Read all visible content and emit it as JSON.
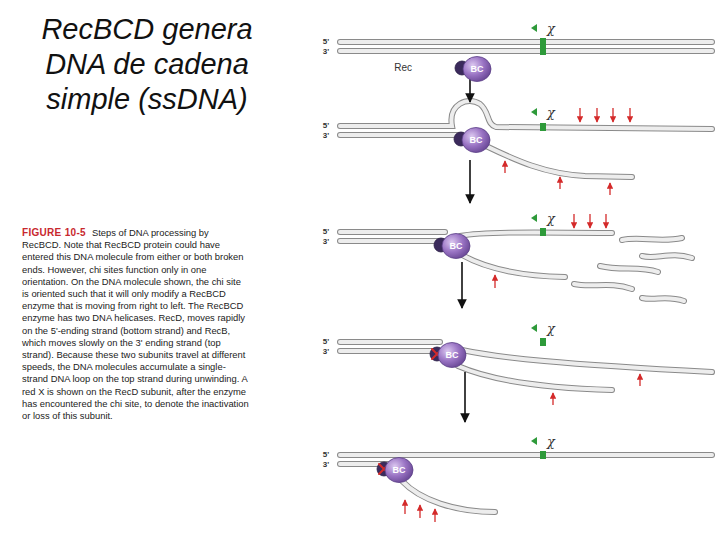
{
  "diagram": {
    "title": "RecBCD genera DNA de cadena simple (ssDNA)",
    "caption": "Steps of DNA processing by RecBCD. Note that RecBCD protein could have entered this DNA molecule from either or both broken ends. However, chi sites function only in one orientation. On the DNA molecule shown, the chi site is oriented such that it will only modify a RecBCD enzyme that is moving from right to left. The RecBCD enzyme has two DNA helicases. RecD, moves rapidly on the 5'-ending strand (bottom strand) and RecB, which moves slowly on the 3' ending strand (top strand). Because these two subunits travel at different speeds, the DNA molecules accumulate a single-strand DNA loop on the top strand during unwinding. A red X is shown on the RecD subunit, after the enzyme has encountered the chi site, to denote the inactivation or loss of this subunit.",
    "nodes": [
      {
        "text": [
          "Rec",
          "BC"
        ]
      },
      {
        "text": [
          "BC"
        ]
      },
      {
        "text": [
          "BC"
        ]
      },
      {
        "text": [
          "BC"
        ]
      },
      {
        "text": [
          "BC"
        ]
      }
    ],
    "labels": [
      "FIGURE 10-5",
      "χ",
      "5'",
      "3'",
      "χ",
      "5'",
      "3'",
      "χ",
      "5'",
      "3'",
      "χ",
      "5'",
      "3'",
      "χ",
      "5'",
      "3'"
    ]
  }
}
